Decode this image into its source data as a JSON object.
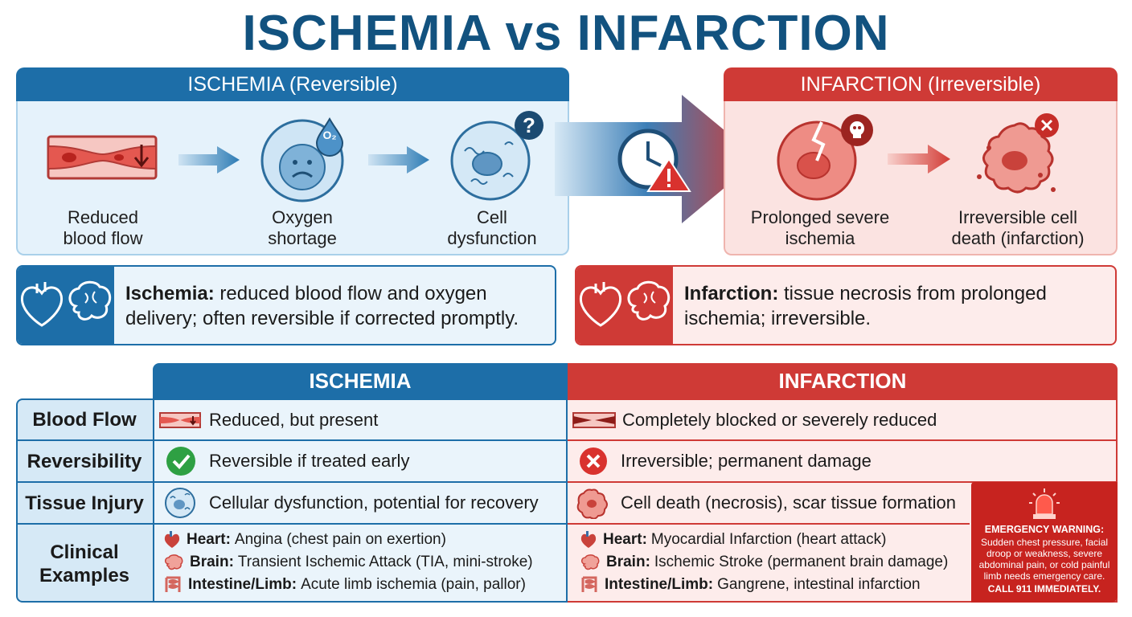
{
  "title": "ISCHEMIA vs INFARCTION",
  "ischemia_panel": {
    "header": "ISCHEMIA (Reversible)",
    "steps": [
      "Reduced\nblood flow",
      "Oxygen\nshortage",
      "Cell\ndysfunction"
    ],
    "o2_label": "O₂",
    "question_mark": "?"
  },
  "infarction_panel": {
    "header": "INFARCTION (Irreversible)",
    "steps": [
      "Prolonged severe\nischemia",
      "Irreversible cell\ndeath (infarction)"
    ]
  },
  "definitions": {
    "ischemia": {
      "term": "Ischemia:",
      "text": " reduced blood flow and oxygen delivery; often reversible if corrected promptly."
    },
    "infarction": {
      "term": "Infarction:",
      "text": " tissue necrosis from prolonged ischemia; irreversible."
    }
  },
  "table": {
    "col_headers": [
      "ISCHEMIA",
      "INFARCTION"
    ],
    "rows": [
      {
        "label": "Blood Flow",
        "ischemia": "Reduced, but present",
        "infarction": "Completely blocked or severely reduced"
      },
      {
        "label": "Reversibility",
        "ischemia": "Reversible if treated early",
        "infarction": "Irreversible; permanent damage"
      },
      {
        "label": "Tissue Injury",
        "ischemia": "Cellular dysfunction, potential for recovery",
        "infarction": "Cell death (necrosis), scar tissue formation"
      }
    ],
    "examples_label": "Clinical\nExamples",
    "ischemia_examples": [
      {
        "organ": "Heart:",
        "text": "Angina (chest pain on exertion)"
      },
      {
        "organ": "Brain:",
        "text": "Transient Ischemic Attack (TIA, mini-stroke)"
      },
      {
        "organ": "Intestine/Limb:",
        "text": "Acute limb ischemia (pain, pallor)"
      }
    ],
    "infarction_examples": [
      {
        "organ": "Heart:",
        "text": "Myocardial Infarction (heart attack)"
      },
      {
        "organ": "Brain:",
        "text": "Ischemic Stroke (permanent brain damage)"
      },
      {
        "organ": "Intestine/Limb:",
        "text": "Gangrene, intestinal infarction"
      }
    ]
  },
  "warning": {
    "title": "EMERGENCY WARNING:",
    "body": "Sudden chest pressure, facial droop or weakness, severe abdominal pain, or cold painful limb needs emergency care.",
    "cta": "CALL 911 IMMEDIATELY."
  },
  "colors": {
    "blue": "#1d6ea8",
    "red": "#cf3a36",
    "title": "#12527f"
  }
}
